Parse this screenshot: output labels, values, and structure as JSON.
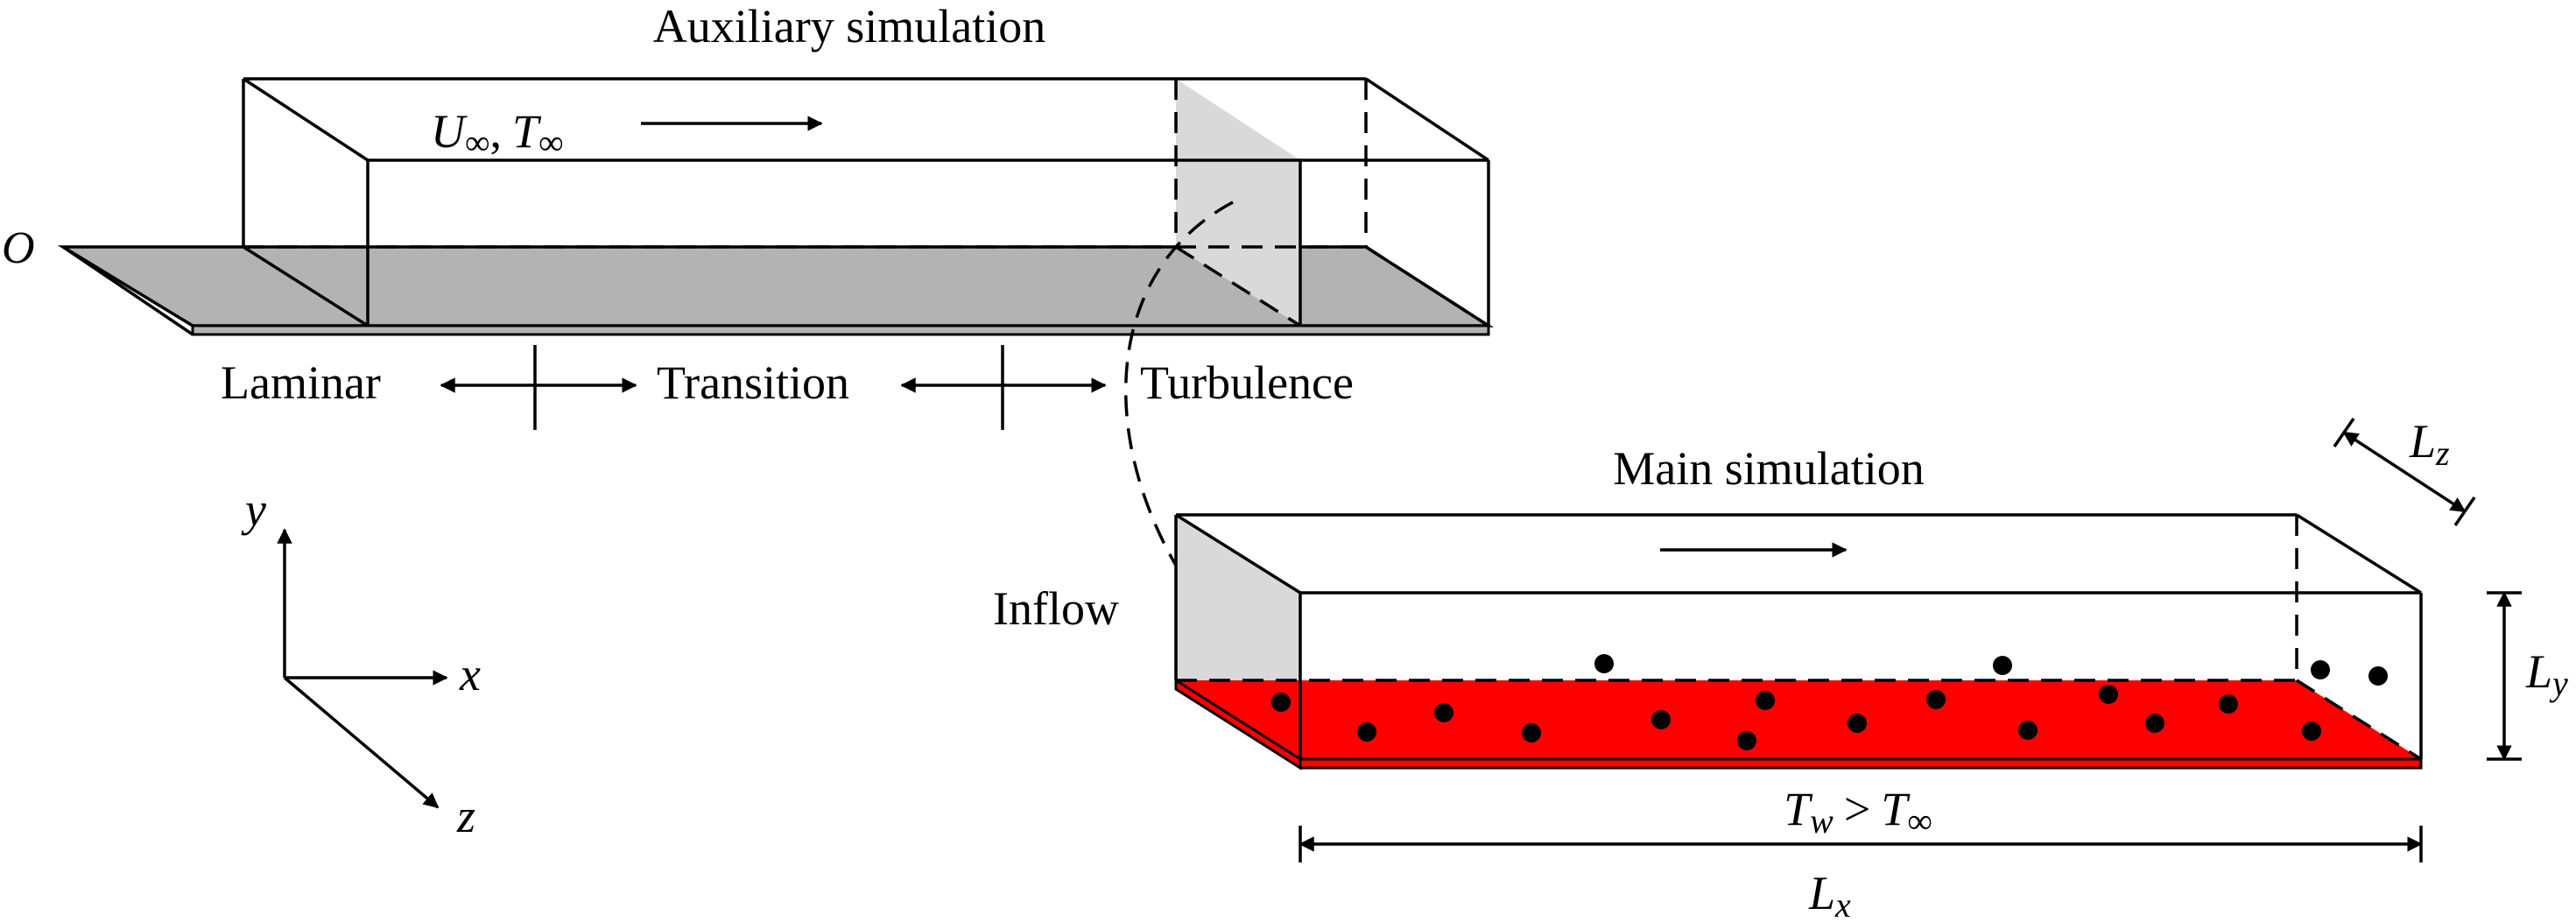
{
  "origin_label": "O",
  "auxiliary": {
    "title": "Auxiliary simulation",
    "freestream": {
      "u": "U",
      "t": "T",
      "sub": "∞",
      "sep": ","
    },
    "regions": [
      "Laminar",
      "Transition",
      "Turbulence"
    ]
  },
  "main": {
    "title": "Main simulation",
    "inflow_label": "Inflow",
    "wall_condition": {
      "tw": "T",
      "tw_sub": "w",
      "rel": ">",
      "tinf": "T",
      "tinf_sub": "∞"
    },
    "dims": {
      "lx": "L",
      "lx_sub": "x",
      "ly": "L",
      "ly_sub": "y",
      "lz": "L",
      "lz_sub": "z"
    }
  },
  "axes": {
    "x": "x",
    "y": "y",
    "z": "z"
  },
  "colors": {
    "aux_plate": "#b3b3b3",
    "inflow_plane": "#d9d9d9",
    "heated_wall": "#ff0000",
    "origin": "#e8141c"
  }
}
